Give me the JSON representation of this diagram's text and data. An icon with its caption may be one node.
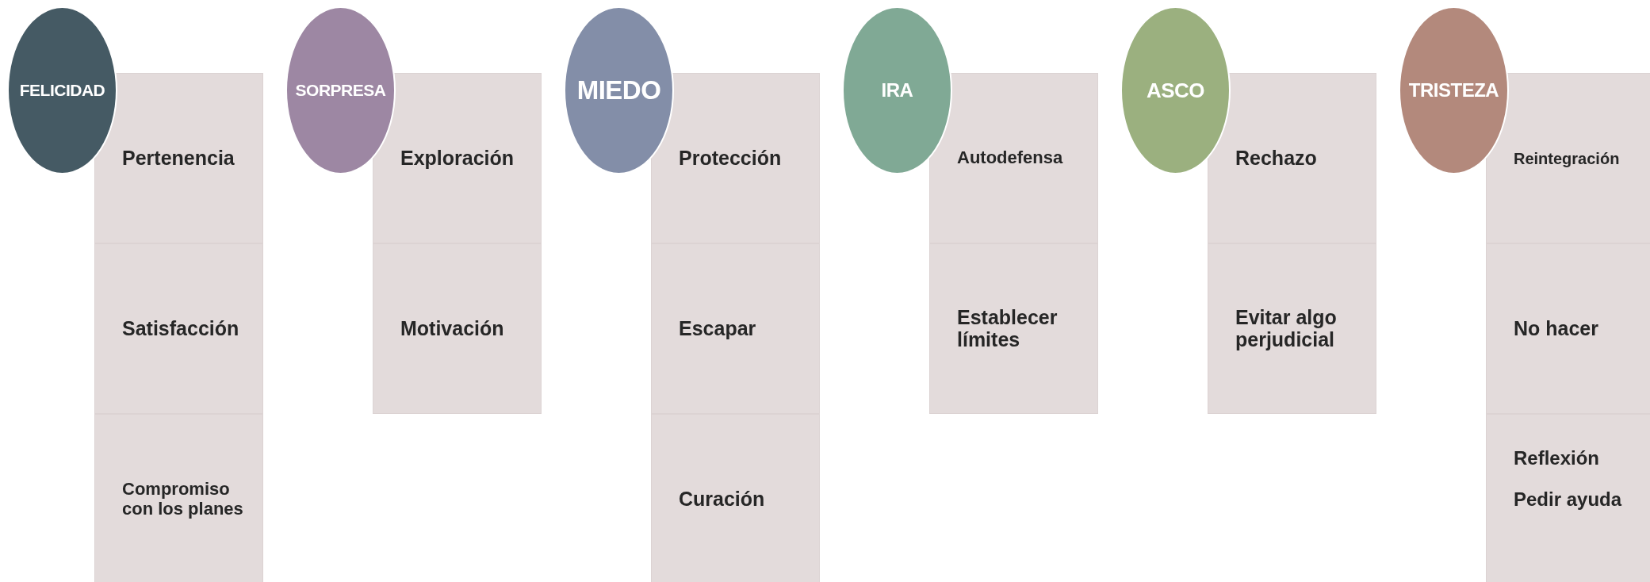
{
  "diagram": {
    "nodes": [
      {
        "text": [
          "FELICIDAD"
        ]
      },
      {
        "text": [
          "Pertenencia"
        ]
      },
      {
        "text": [
          "Satisfacción"
        ]
      },
      {
        "text": [
          "Compromiso con los planes"
        ]
      },
      {
        "text": [
          "SORPRESA"
        ]
      },
      {
        "text": [
          "Exploración"
        ]
      },
      {
        "text": [
          "Motivación"
        ]
      },
      {
        "text": [
          "MIEDO"
        ]
      },
      {
        "text": [
          "Protección"
        ]
      },
      {
        "text": [
          "Escapar"
        ]
      },
      {
        "text": [
          "Curación"
        ]
      },
      {
        "text": [
          "IRA"
        ]
      },
      {
        "text": [
          "Autodefensa"
        ]
      },
      {
        "text": [
          "Establecer límites"
        ]
      },
      {
        "text": [
          "ASCO"
        ]
      },
      {
        "text": [
          "Rechazo"
        ]
      },
      {
        "text": [
          "Evitar algo perjudicial"
        ]
      },
      {
        "text": [
          "TRISTEZA"
        ]
      },
      {
        "text": [
          "Reintegración"
        ]
      },
      {
        "text": [
          "No hacer"
        ]
      },
      {
        "text": [
          "Reflexión",
          "Pedir ayuda"
        ]
      }
    ]
  }
}
